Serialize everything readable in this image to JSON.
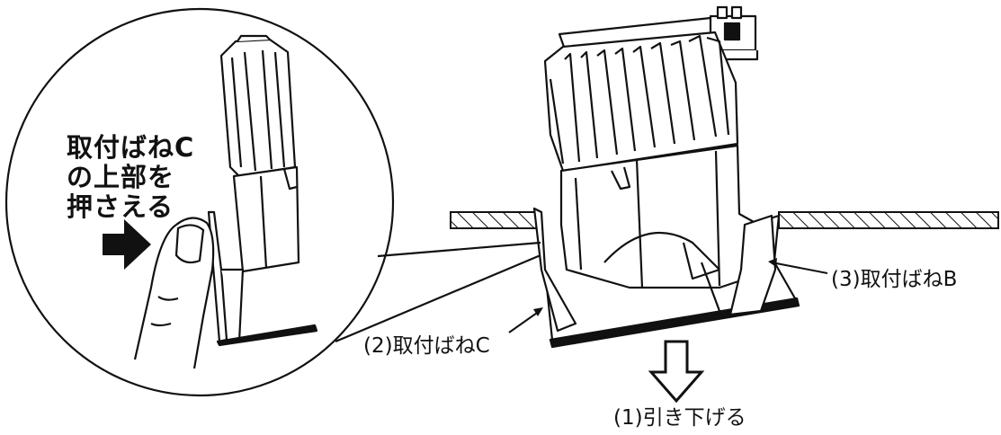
{
  "callout": {
    "line1": "取付ばねC",
    "line2": "の上部を",
    "line3": "押さえる"
  },
  "labels": {
    "spring_b": "(3)取付ばねB",
    "spring_c": "(2)取付ばねC",
    "pull_down": "(1)引き下げる"
  },
  "icons": {
    "push": "right-arrow-icon",
    "pull": "down-arrow-icon",
    "hand": "finger-icon"
  },
  "colors": {
    "ink": "#111111",
    "background": "#ffffff"
  }
}
